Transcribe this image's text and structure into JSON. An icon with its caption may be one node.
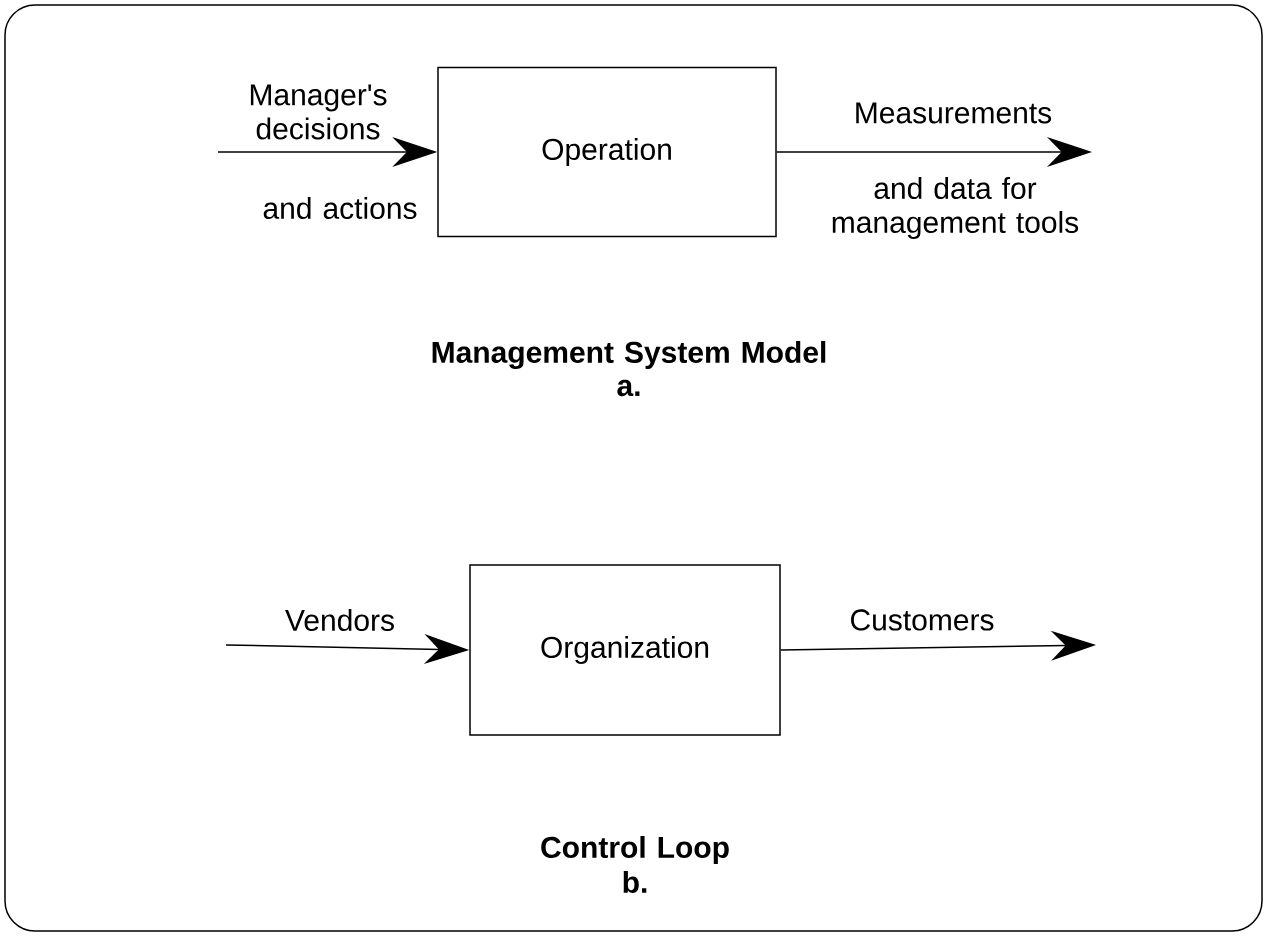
{
  "diagram": {
    "nodes": [
      {
        "text": [
          "Operation"
        ]
      },
      {
        "text": [
          "Organization"
        ]
      }
    ],
    "edges": [
      {
        "from": null,
        "to": 0,
        "arrow": "to",
        "label": "Manager's decisions"
      },
      {
        "from": 0,
        "to": null,
        "arrow": "to",
        "label": "Measurements"
      },
      {
        "from": null,
        "to": 1,
        "arrow": "to",
        "label": "Vendors"
      },
      {
        "from": 1,
        "to": null,
        "arrow": "to",
        "label": "Customers"
      }
    ],
    "labels": [
      "and actions",
      "and data for management tools",
      "Management System Model",
      "a.",
      "Control Loop",
      "b."
    ]
  }
}
